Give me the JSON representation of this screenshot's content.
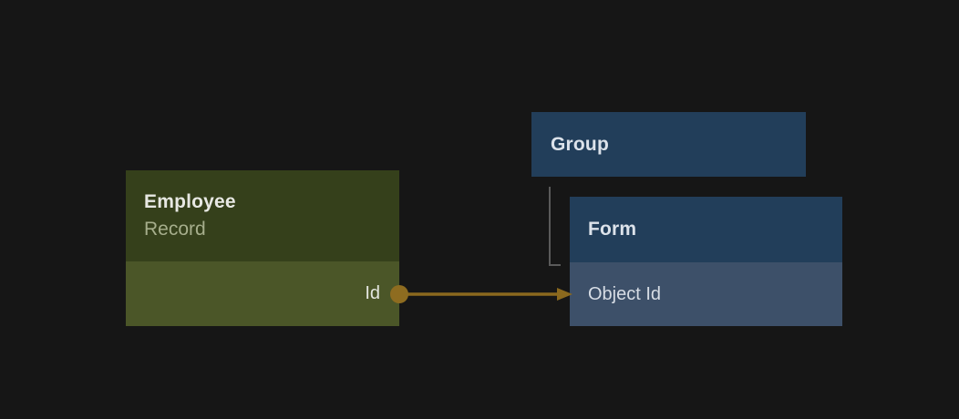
{
  "canvas": {
    "type": "node-diagram",
    "background": "#161616"
  },
  "nodes": {
    "employee": {
      "title": "Employee",
      "subtitle": "Record",
      "fields": [
        {
          "label": "Id"
        }
      ],
      "header_color": "#35401b",
      "body_color": "#4b5628",
      "subtitle_color": "#a6ae8c"
    },
    "group": {
      "title": "Group",
      "header_color": "#223e5a"
    },
    "form": {
      "title": "Form",
      "fields": [
        {
          "label": "Object Id"
        }
      ],
      "header_color": "#223e5a",
      "body_color": "#3d5069"
    }
  },
  "edges": {
    "field_mapping": {
      "from_node": "Employee Record",
      "from_field": "Id",
      "to_node": "Form",
      "to_field": "Object Id",
      "style": "arrow-with-port-dot",
      "color": "#8b691e"
    },
    "hierarchy": {
      "from_node": "Group",
      "to_node": "Form",
      "style": "elbow-line",
      "color": "#5a5a5a"
    }
  },
  "colors": {
    "background": "#161616",
    "title_text_green_node": "#e7e8e3",
    "title_text_blue_node": "#dce2ea",
    "field_text": "#d7dde5",
    "arrow": "#8b691e",
    "connector": "#5a5a5a"
  }
}
